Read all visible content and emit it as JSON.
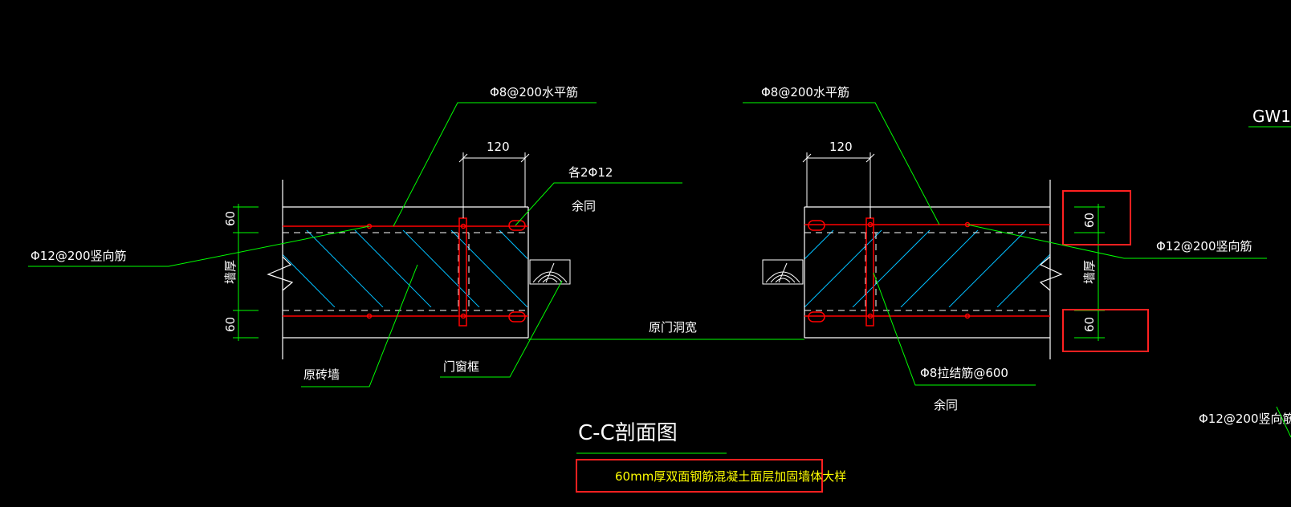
{
  "labels": {
    "horiz_bar": "Φ8@200水平筋",
    "vert_bar": "Φ12@200竖向筋",
    "corner_bar": "各2Φ12",
    "same": "余同",
    "tie_bar": "Φ8拉结筋@600",
    "brick_wall": "原砖墙",
    "door_frame": "门窗框",
    "opening_width": "原门洞宽",
    "wall_thickness": "墙厚",
    "gw": "GW1."
  },
  "dims": {
    "width_120": "120",
    "layer_60": "60"
  },
  "title": {
    "main": "C-C剖面图",
    "sub": "60mm厚双面钢筋混凝土面层加固墙体大样"
  },
  "colors": {
    "background": "#000000",
    "leader": "#00ff00",
    "rebar": "#ff0000",
    "hatch": "#00bfff",
    "outline": "#ffffff",
    "dashed": "#ffffff",
    "highlight_box": "#ff2020",
    "subtitle_text": "#ffff00"
  }
}
